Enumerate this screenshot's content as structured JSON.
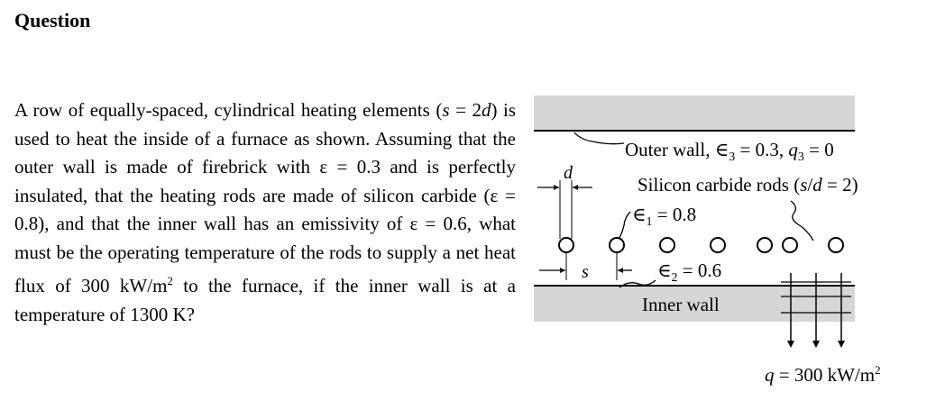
{
  "section_heading": "Question",
  "problem": {
    "intro": "A row of equally-spaced, cylindrical heating elements (",
    "spacing_sym": "s",
    "spacing_eq": " = 2",
    "spacing_d": "d",
    "after_spacing": ") is used to heat the inside of a furnace as shown. Assuming that the outer wall is made of firebrick with ε = 0.3 and is perfectly insulated, that the heating rods are made of silicon carbide (ε = 0.8), and that the inner wall has an emissivity of ε = 0.6, what must be the operating temperature of the rods to supply a net heat flux of 300 kW/m",
    "sup": "2",
    "ending": " to the furnace, if the inner wall is at a temperature of 1300 K?"
  },
  "figure": {
    "outer_wall_label": "Outer wall, ∈",
    "outer_wall_eps_sub": "3",
    "outer_wall_eps_value": " = 0.3, ",
    "outer_wall_q": "q",
    "outer_wall_q_sub": "3",
    "outer_wall_q_value": " = 0",
    "rods_label": "Silicon carbide rods (",
    "rods_s": "s",
    "rods_slash": "/",
    "rods_d": "d",
    "rods_value": " = 2)",
    "eps1_sym": "∈",
    "eps1_sub": "1",
    "eps1_value": " = 0.8",
    "eps2_sym": "∈",
    "eps2_sub": "2",
    "eps2_value": " = 0.6",
    "inner_wall_label": "Inner wall",
    "d_label": "d",
    "s_label": "s",
    "flux_q": "q",
    "flux_value": " = 300 kW/m",
    "flux_sup": "2",
    "colors": {
      "wall_fill": "#d6d6d6",
      "line": "#000000"
    }
  }
}
